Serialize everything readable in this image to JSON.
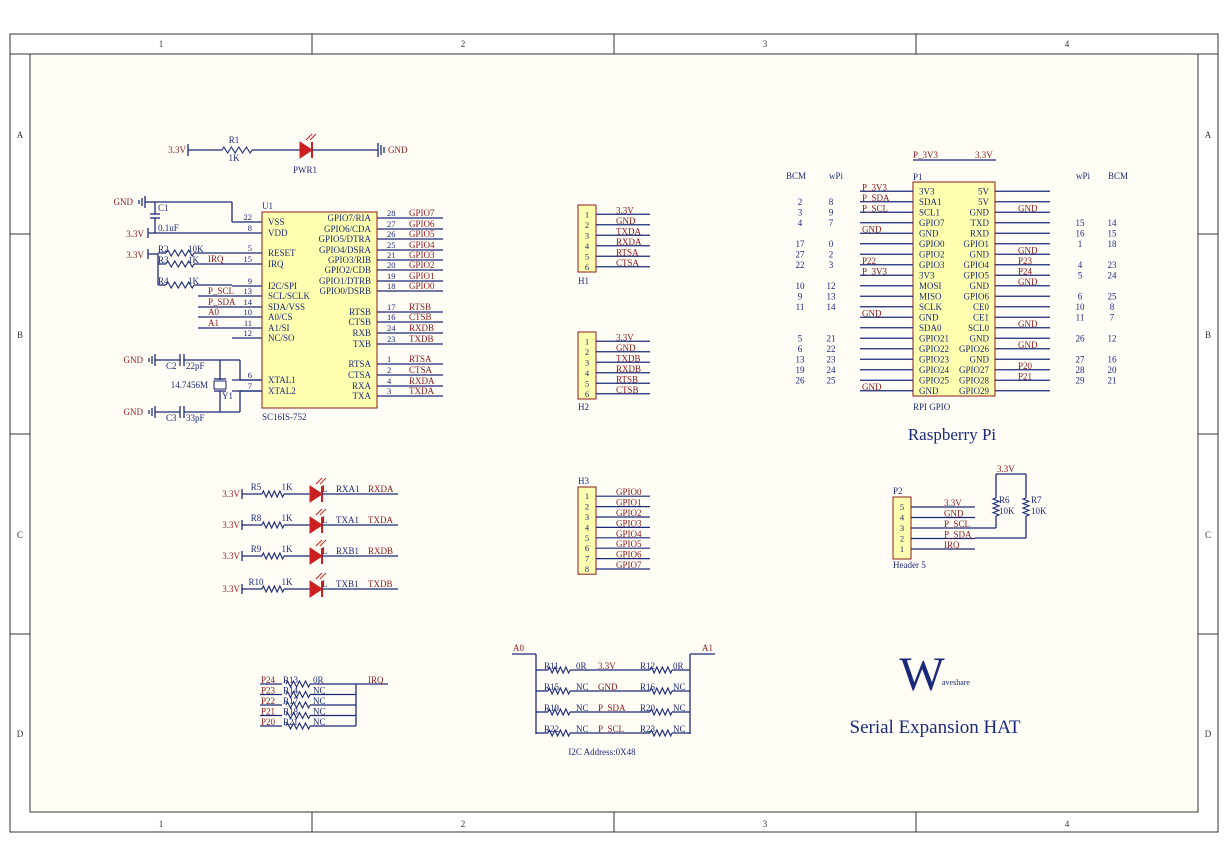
{
  "frame": {
    "cols": [
      "1",
      "2",
      "3",
      "4"
    ],
    "rows": [
      "A",
      "B",
      "C",
      "D"
    ]
  },
  "pwr": {
    "net": "3.3V",
    "r": "R1",
    "rv": "1K",
    "led": "PWR1",
    "gnd": "GND"
  },
  "u1": {
    "ref": "U1",
    "part": "SC16IS-752",
    "left": [
      {
        "net": "GND",
        "pin": "22",
        "name": "VSS"
      },
      {
        "net": "3.3V",
        "pin": "8",
        "name": "VDD"
      },
      {
        "net": "",
        "pin": "5",
        "name": "RESET"
      },
      {
        "net": "IRQ",
        "pin": "15",
        "name": "IRQ"
      },
      {
        "net": "",
        "pin": "9",
        "name": "I2C/SPI"
      },
      {
        "net": "P_SCL",
        "pin": "13",
        "name": "SCL/SCLK"
      },
      {
        "net": "P_SDA",
        "pin": "14",
        "name": "SDA/VSS"
      },
      {
        "net": "A0",
        "pin": "10",
        "name": "A0/CS"
      },
      {
        "net": "A1",
        "pin": "11",
        "name": "A1/SI"
      },
      {
        "net": "",
        "pin": "12",
        "name": "NC/SO"
      },
      {
        "net": "",
        "pin": "6",
        "name": "XTAL1"
      },
      {
        "net": "",
        "pin": "7",
        "name": "XTAL2"
      }
    ],
    "right": [
      {
        "name": "GPIO7/RIA",
        "pin": "28",
        "net": "GPIO7"
      },
      {
        "name": "GPIO6/CDA",
        "pin": "27",
        "net": "GPIO6"
      },
      {
        "name": "GPIO5/DTRA",
        "pin": "26",
        "net": "GPIO5"
      },
      {
        "name": "GPIO4/DSRA",
        "pin": "25",
        "net": "GPIO4"
      },
      {
        "name": "GPIO3/RIB",
        "pin": "21",
        "net": "GPIO3"
      },
      {
        "name": "GPIO2/CDB",
        "pin": "20",
        "net": "GPIO2"
      },
      {
        "name": "GPIO1/DTRB",
        "pin": "19",
        "net": "GPIO1"
      },
      {
        "name": "GPIO0/DSRB",
        "pin": "18",
        "net": "GPIO0"
      },
      {
        "name": "RTSB",
        "pin": "17",
        "net": "RTSB"
      },
      {
        "name": "CTSB",
        "pin": "16",
        "net": "CTSB"
      },
      {
        "name": "RXB",
        "pin": "24",
        "net": "RXDB"
      },
      {
        "name": "TXB",
        "pin": "23",
        "net": "TXDB"
      },
      {
        "name": "RTSA",
        "pin": "1",
        "net": "RTSA"
      },
      {
        "name": "CTSA",
        "pin": "2",
        "net": "CTSA"
      },
      {
        "name": "RXA",
        "pin": "4",
        "net": "RXDA"
      },
      {
        "name": "TXA",
        "pin": "3",
        "net": "TXDA"
      }
    ]
  },
  "passives": {
    "c1": "C1",
    "c1v": "0.1uF",
    "r2": "R2",
    "r2v": "10K",
    "r3": "R3",
    "r3v": "1K",
    "r4": "R4",
    "r4v": "1K",
    "c2": "C2",
    "c2v": "22pF",
    "c3": "C3",
    "c3v": "33pF",
    "y1": "Y1",
    "y1v": "14.7456M",
    "gnd": "GND",
    "v33": "3.3V",
    "irq": "IRQ"
  },
  "leds": [
    {
      "r": "R5",
      "rv": "1K",
      "led": "RXA1",
      "net": "RXDA"
    },
    {
      "r": "R8",
      "rv": "1K",
      "led": "TXA1",
      "net": "TXDA"
    },
    {
      "r": "R9",
      "rv": "1K",
      "led": "RXB1",
      "net": "RXDB"
    },
    {
      "r": "R10",
      "rv": "1K",
      "led": "TXB1",
      "net": "TXDB"
    }
  ],
  "h1": {
    "ref": "H1",
    "nets": [
      "3.3V",
      "GND",
      "TXDA",
      "RXDA",
      "RTSA",
      "CTSA"
    ]
  },
  "h2": {
    "ref": "H2",
    "nets": [
      "3.3V",
      "GND",
      "TXDB",
      "RXDB",
      "RTSB",
      "CTSB"
    ]
  },
  "h3": {
    "ref": "H3",
    "nets": [
      "GPIO0",
      "GPIO1",
      "GPIO2",
      "GPIO3",
      "GPIO4",
      "GPIO5",
      "GPIO6",
      "GPIO7"
    ]
  },
  "p1": {
    "ref": "P1",
    "part": "RPI GPIO",
    "top1": "P_3V3",
    "top2": "3.3V",
    "hdr": {
      "bcm": "BCM",
      "wpi": "wPi"
    },
    "rows": [
      {
        "lb": "",
        "lw": "",
        "ln": "P_3V3",
        "a": "3V3",
        "b": "5V",
        "rn": "",
        "rw": "",
        "rb": ""
      },
      {
        "lb": "2",
        "lw": "8",
        "ln": "P_SDA",
        "a": "SDA1",
        "b": "5V",
        "rn": "",
        "rw": "",
        "rb": ""
      },
      {
        "lb": "3",
        "lw": "9",
        "ln": "P_SCL",
        "a": "SCL1",
        "b": "GND",
        "rn": "GND",
        "rw": "",
        "rb": ""
      },
      {
        "lb": "4",
        "lw": "7",
        "ln": "",
        "a": "GPIO7",
        "b": "TXD",
        "rn": "",
        "rw": "15",
        "rb": "14"
      },
      {
        "lb": "",
        "lw": "",
        "ln": "GND",
        "a": "GND",
        "b": "RXD",
        "rn": "",
        "rw": "16",
        "rb": "15"
      },
      {
        "lb": "17",
        "lw": "0",
        "ln": "",
        "a": "GPIO0",
        "b": "GPIO1",
        "rn": "",
        "rw": "1",
        "rb": "18"
      },
      {
        "lb": "27",
        "lw": "2",
        "ln": "",
        "a": "GPIO2",
        "b": "GND",
        "rn": "GND",
        "rw": "",
        "rb": ""
      },
      {
        "lb": "22",
        "lw": "3",
        "ln": "P22",
        "a": "GPIO3",
        "b": "GPIO4",
        "rn": "P23",
        "rw": "4",
        "rb": "23"
      },
      {
        "lb": "",
        "lw": "",
        "ln": "P_3V3",
        "a": "3V3",
        "b": "GPIO5",
        "rn": "P24",
        "rw": "5",
        "rb": "24"
      },
      {
        "lb": "10",
        "lw": "12",
        "ln": "",
        "a": "MOSI",
        "b": "GND",
        "rn": "GND",
        "rw": "",
        "rb": ""
      },
      {
        "lb": "9",
        "lw": "13",
        "ln": "",
        "a": "MISO",
        "b": "GPIO6",
        "rn": "",
        "rw": "6",
        "rb": "25"
      },
      {
        "lb": "11",
        "lw": "14",
        "ln": "",
        "a": "SCLK",
        "b": "CE0",
        "rn": "",
        "rw": "10",
        "rb": "8"
      },
      {
        "lb": "",
        "lw": "",
        "ln": "GND",
        "a": "GND",
        "b": "CE1",
        "rn": "",
        "rw": "11",
        "rb": "7"
      },
      {
        "lb": "",
        "lw": "",
        "ln": "",
        "a": "SDA0",
        "b": "SCL0",
        "rn": "GND",
        "rw": "",
        "rb": ""
      },
      {
        "lb": "5",
        "lw": "21",
        "ln": "",
        "a": "GPIO21",
        "b": "GND",
        "rn": "",
        "rw": "26",
        "rb": "12"
      },
      {
        "lb": "6",
        "lw": "22",
        "ln": "",
        "a": "GPIO22",
        "b": "GPIO26",
        "rn": "GND",
        "rw": "",
        "rb": ""
      },
      {
        "lb": "13",
        "lw": "23",
        "ln": "",
        "a": "GPIO23",
        "b": "GND",
        "rn": "",
        "rw": "27",
        "rb": "16"
      },
      {
        "lb": "19",
        "lw": "24",
        "ln": "",
        "a": "GPIO24",
        "b": "GPIO27",
        "rn": "P20",
        "rw": "28",
        "rb": "20"
      },
      {
        "lb": "26",
        "lw": "25",
        "ln": "",
        "a": "GPIO25",
        "b": "GPIO28",
        "rn": "P21",
        "rw": "29",
        "rb": "21"
      },
      {
        "lb": "",
        "lw": "",
        "ln": "GND",
        "a": "GND",
        "b": "GPIO29",
        "rn": "",
        "rw": "",
        "rb": ""
      }
    ]
  },
  "rpi_title": "Raspberry Pi",
  "p2": {
    "ref": "P2",
    "part": "Header 5",
    "pins": [
      "5",
      "4",
      "3",
      "2",
      "1"
    ],
    "nets": [
      "3.3V",
      "GND",
      "P_SCL",
      "P_SDA",
      "IRQ"
    ],
    "v33": "3.3V",
    "r6": "R6",
    "r6v": "10K",
    "r7": "R7",
    "r7v": "10K"
  },
  "sel": [
    {
      "net": "P24",
      "r": "R13",
      "v": "0R"
    },
    {
      "net": "P23",
      "r": "R14",
      "v": "NC"
    },
    {
      "net": "P22",
      "r": "R17",
      "v": "NC"
    },
    {
      "net": "P21",
      "r": "R18",
      "v": "NC"
    },
    {
      "net": "P20",
      "r": "R21",
      "v": "NC"
    }
  ],
  "sel_irq": "IRQ",
  "addr": {
    "a0": "A0",
    "a1": "A1",
    "rows": [
      {
        "r1": "R11",
        "v1": "0R",
        "mid": "3.3V",
        "r2": "R12",
        "v2": "0R"
      },
      {
        "r1": "R15",
        "v1": "NC",
        "mid": "GND",
        "r2": "R16",
        "v2": "NC"
      },
      {
        "r1": "R19",
        "v1": "NC",
        "mid": "P_SDA",
        "r2": "R20",
        "v2": "NC"
      },
      {
        "r1": "R22",
        "v1": "NC",
        "mid": "P_SCL",
        "r2": "R23",
        "v2": "NC"
      }
    ],
    "caption": "I2C Address:0X48"
  },
  "logo": {
    "big": "W",
    "small": "aveshare"
  },
  "title": "Serial Expansion HAT"
}
